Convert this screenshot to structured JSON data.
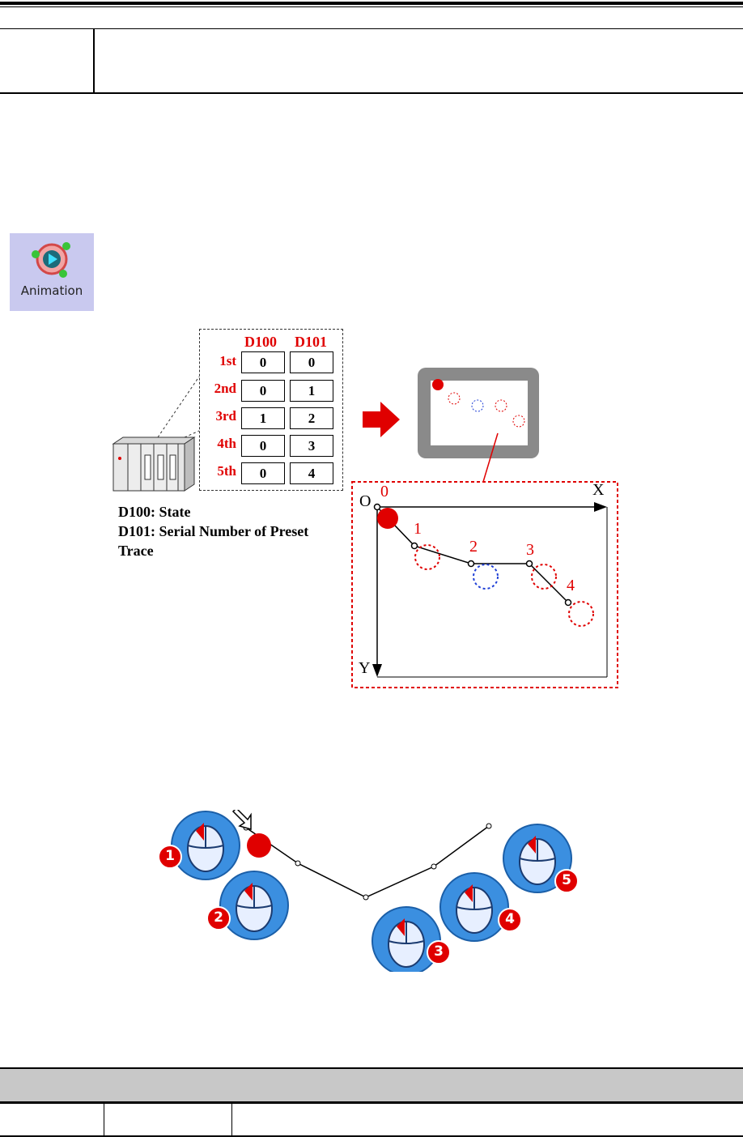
{
  "header": {
    "left_cell": "",
    "right_cell": ""
  },
  "icon": {
    "label": "Animation",
    "name": "animation-icon"
  },
  "register_table": {
    "columns": [
      "D100",
      "D101"
    ],
    "rows": [
      {
        "label": "1st",
        "d100": "0",
        "d101": "0"
      },
      {
        "label": "2nd",
        "d100": "0",
        "d101": "1"
      },
      {
        "label": "3rd",
        "d100": "1",
        "d101": "2"
      },
      {
        "label": "4th",
        "d100": "0",
        "d101": "3"
      },
      {
        "label": "5th",
        "d100": "0",
        "d101": "4"
      }
    ]
  },
  "notes": {
    "line1": "D100: State",
    "line2": "D101: Serial Number of Preset",
    "line3": "Trace"
  },
  "trace_diagram": {
    "origin_label": "O",
    "x_label": "X",
    "y_label": "Y",
    "point_labels": [
      "0",
      "1",
      "2",
      "3",
      "4"
    ]
  },
  "mouse_steps": [
    "1",
    "2",
    "3",
    "4",
    "5"
  ],
  "colors": {
    "red": "#e00000",
    "blue": "#1f3fd6",
    "mouse_blue": "#3b8fe0",
    "footer": "#c8c8c8"
  },
  "footer": {
    "cells": [
      "",
      "",
      ""
    ]
  }
}
